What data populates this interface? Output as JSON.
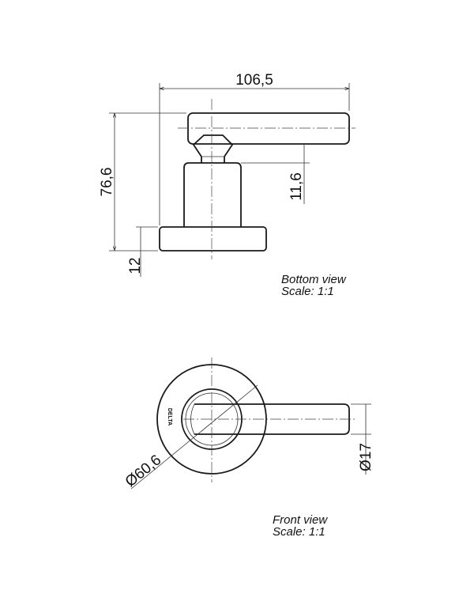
{
  "bottom_view": {
    "dimensions": {
      "width": "106,5",
      "height": "76,6",
      "lever_offset": "11,6",
      "rose_thickness": "12"
    },
    "caption_line1": "Bottom view",
    "caption_line2": "Scale:  1:1"
  },
  "front_view": {
    "dimensions": {
      "rose_diameter": "Ø60,6",
      "lever_diameter": "Ø17"
    },
    "logo_text": "DELTA",
    "caption_line1": "Front view",
    "caption_line2": "Scale:  1:1"
  }
}
